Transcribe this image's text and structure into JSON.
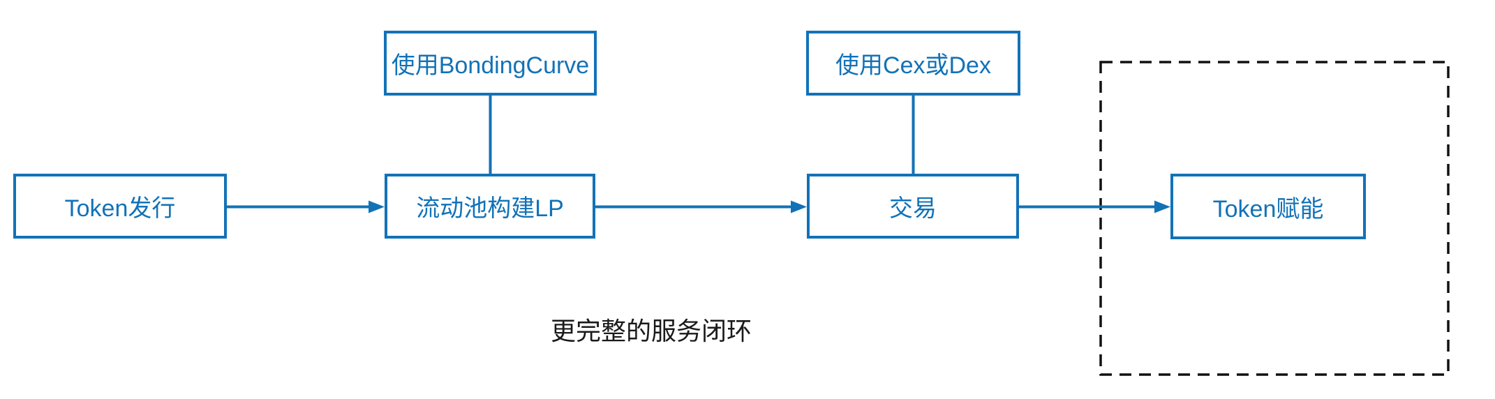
{
  "colors": {
    "accent_blue": "#1272B7",
    "boundary_black": "#111111",
    "caption_black": "#1a1a1a",
    "background": "#ffffff"
  },
  "nodes": [
    {
      "id": "token-issuance",
      "label": "Token发行"
    },
    {
      "id": "bonding-curve",
      "label": "使用BondingCurve"
    },
    {
      "id": "lp-pool",
      "label": "流动池构建LP"
    },
    {
      "id": "cex-dex",
      "label": "使用Cex或Dex"
    },
    {
      "id": "trade",
      "label": "交易"
    },
    {
      "id": "token-empowerment",
      "label": "Token赋能"
    }
  ],
  "edges": [
    {
      "from": "token-issuance",
      "to": "lp-pool",
      "type": "arrow"
    },
    {
      "from": "lp-pool",
      "to": "trade",
      "type": "arrow"
    },
    {
      "from": "trade",
      "to": "token-empowerment",
      "type": "arrow"
    },
    {
      "from": "bonding-curve",
      "to": "lp-pool",
      "type": "line"
    },
    {
      "from": "cex-dex",
      "to": "trade",
      "type": "line"
    }
  ],
  "caption": {
    "text": "更完整的服务闭环"
  }
}
